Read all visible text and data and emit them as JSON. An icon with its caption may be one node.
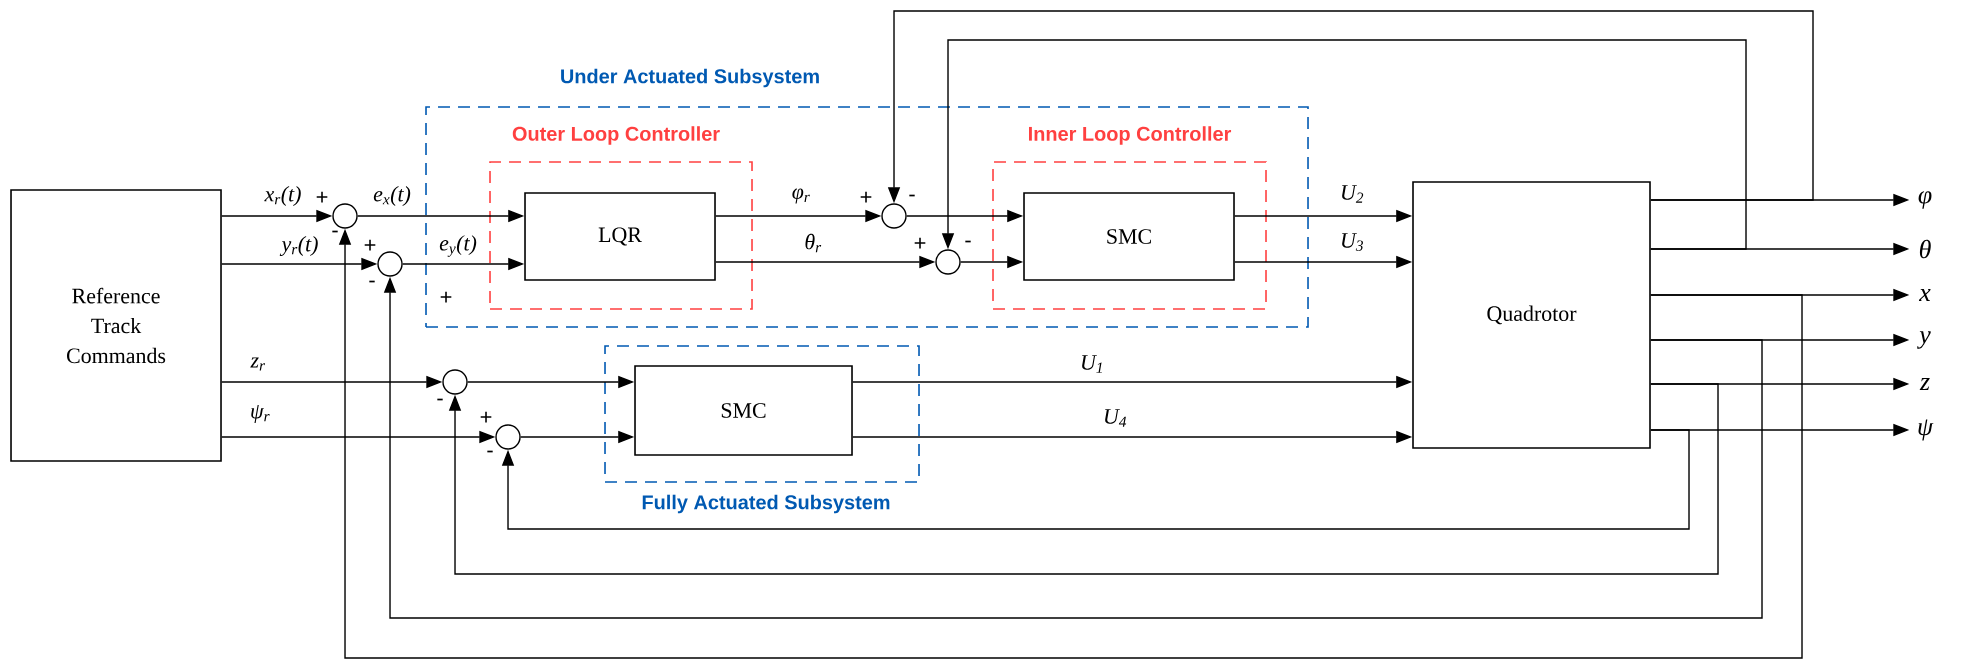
{
  "diagram": {
    "nodes": [
      {
        "text": [
          "Reference Track Commands"
        ]
      },
      {
        "text": [
          "Under Actuated Subsystem"
        ]
      },
      {
        "text": [
          "Outer Loop Controller"
        ],
        "in": 1
      },
      {
        "text": [
          "LQR"
        ],
        "in": 2
      },
      {
        "text": [
          "Inner Loop Controller"
        ],
        "in": 1
      },
      {
        "text": [
          "SMC"
        ],
        "in": 4
      },
      {
        "text": [
          "Fully Actuated Subsystem"
        ]
      },
      {
        "text": [
          "SMC"
        ],
        "in": 6
      },
      {
        "text": [
          "Quadrotor"
        ]
      },
      {
        "text": [],
        "shape": "circle"
      },
      {
        "text": [],
        "shape": "circle"
      },
      {
        "text": [],
        "shape": "circle",
        "in": 1
      },
      {
        "text": [],
        "shape": "circle",
        "in": 1
      },
      {
        "text": [],
        "shape": "circle"
      },
      {
        "text": [],
        "shape": "circle"
      },
      {
        "text": [
          "φ"
        ]
      },
      {
        "text": [
          "θ"
        ]
      },
      {
        "text": [
          "x"
        ]
      },
      {
        "text": [
          "y"
        ]
      },
      {
        "text": [
          "z"
        ]
      },
      {
        "text": [
          "ψ"
        ]
      }
    ],
    "edges": [
      {
        "from": 0,
        "to": 9,
        "arrow": "to",
        "label": "x$_{r}$(t)"
      },
      {
        "from": 0,
        "to": 10,
        "arrow": "to",
        "label": "y$_{r}$(t)"
      },
      {
        "from": 0,
        "to": 13,
        "arrow": "to",
        "label": "z$_{r}$"
      },
      {
        "from": 0,
        "to": 14,
        "arrow": "to",
        "label": "ψ$_{r}$"
      },
      {
        "from": 9,
        "to": 3,
        "arrow": "to",
        "label": "e$_{x}$(t)"
      },
      {
        "from": 10,
        "to": 3,
        "arrow": "to",
        "label": "e$_{y}$(t)"
      },
      {
        "from": 3,
        "to": 11,
        "arrow": "to",
        "label": "φ$_{r}$"
      },
      {
        "from": 3,
        "to": 12,
        "arrow": "to",
        "label": "θ$_{r}$"
      },
      {
        "from": 11,
        "to": 5,
        "arrow": "to"
      },
      {
        "from": 12,
        "to": 5,
        "arrow": "to"
      },
      {
        "from": 5,
        "to": 8,
        "arrow": "to",
        "label": "U$_{2}$"
      },
      {
        "from": 5,
        "to": 8,
        "arrow": "to",
        "label": "U$_{3}$"
      },
      {
        "from": 13,
        "to": 7,
        "arrow": "to"
      },
      {
        "from": 14,
        "to": 7,
        "arrow": "to"
      },
      {
        "from": 7,
        "to": 8,
        "arrow": "to",
        "label": "U$_{1}$"
      },
      {
        "from": 7,
        "to": 8,
        "arrow": "to",
        "label": "U$_{4}$"
      },
      {
        "from": 8,
        "to": 15,
        "arrow": "to"
      },
      {
        "from": 8,
        "to": 16,
        "arrow": "to"
      },
      {
        "from": 8,
        "to": 17,
        "arrow": "to"
      },
      {
        "from": 8,
        "to": 18,
        "arrow": "to"
      },
      {
        "from": 8,
        "to": 19,
        "arrow": "to"
      },
      {
        "from": 8,
        "to": 20,
        "arrow": "to"
      },
      {
        "from": 8,
        "to": 11,
        "arrow": "to"
      },
      {
        "from": 8,
        "to": 12,
        "arrow": "to"
      },
      {
        "from": 8,
        "to": 9,
        "arrow": "to"
      },
      {
        "from": 8,
        "to": 10,
        "arrow": "to"
      },
      {
        "from": 8,
        "to": 13,
        "arrow": "to"
      },
      {
        "from": 8,
        "to": 14,
        "arrow": "to"
      }
    ],
    "labels": [
      "+",
      "-",
      "+",
      "-",
      "+",
      "+",
      "-",
      "+",
      "-",
      "-",
      "+",
      "-"
    ]
  }
}
